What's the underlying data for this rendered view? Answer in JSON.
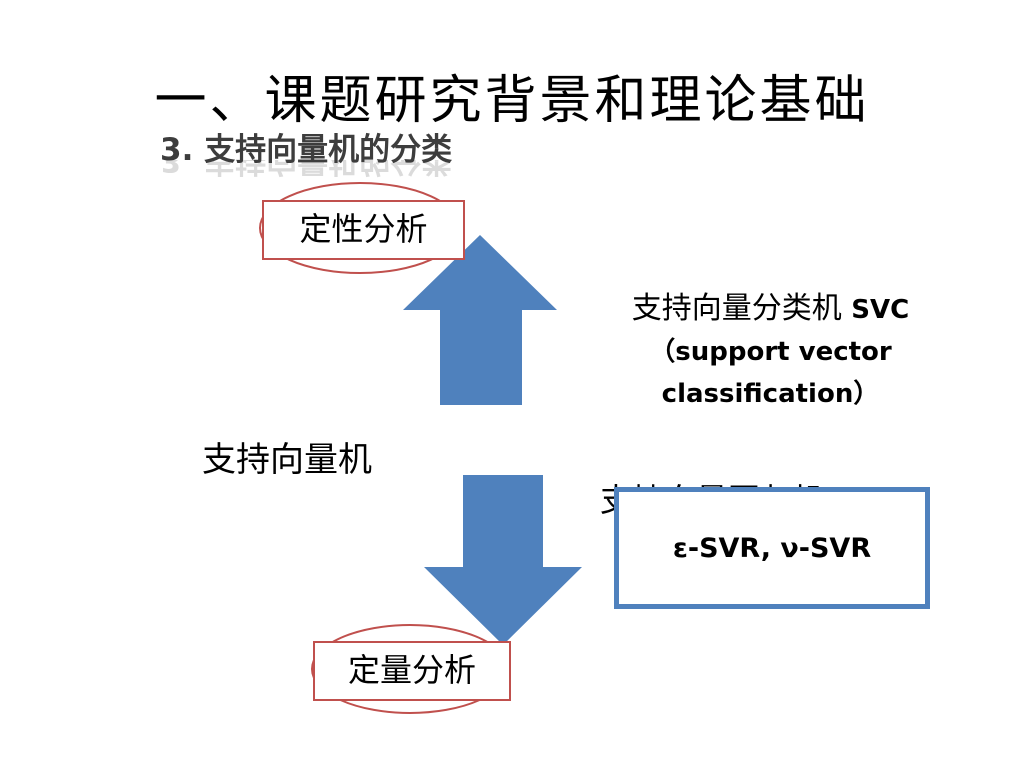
{
  "title": "一、课题研究背景和理论基础",
  "subtitle": "3. 支持向量机的分类",
  "root": "支持向量机",
  "top_branch": {
    "label": "定性分析",
    "description_cn": "支持向量分类机",
    "description_en_1": "SVC",
    "description_en_2": "（support vector",
    "description_en_3": "classification）"
  },
  "bottom_branch": {
    "label": "定量分析",
    "description_partial": "支持向量回归机 SVR",
    "overlay_box": "ε-SVR, ν-SVR"
  },
  "colors": {
    "arrow": "#4f81bd",
    "ellipse": "#c0504d",
    "box_border": "#4f81bd"
  }
}
